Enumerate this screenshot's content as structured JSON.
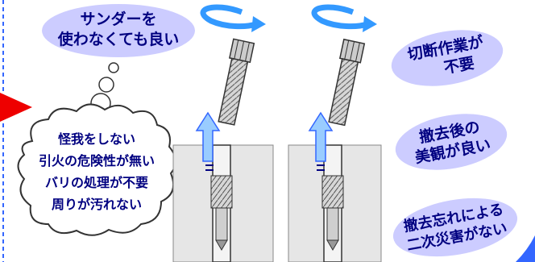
{
  "bubbles": {
    "sander": {
      "line1": "サンダーを",
      "line2": "使わなくても良い"
    },
    "cutting": {
      "line1": "切断作業が",
      "line2": "不要"
    },
    "appearance": {
      "line1": "撤去後の",
      "line2": "美観が良い"
    },
    "forget": {
      "line1": "撤去忘れによる",
      "line2": "二次災害がない"
    }
  },
  "thought": {
    "lines": [
      "怪我をしない",
      "引火の危険性が無い",
      "バリの処理が不要",
      "周りが汚れない"
    ]
  },
  "colors": {
    "bubble_fill": "#ccccff",
    "text": "#000080",
    "rotation_arrow": "#3399ff",
    "up_arrow": "#99ccff",
    "pointer_red": "#ee0000",
    "ground_fill": "#e6e6e6",
    "bolt_fill": "#cccccc",
    "dashed_border": "#3366ff"
  },
  "icons": [
    "rotation-arrow-icon",
    "up-arrow-icon",
    "red-pointer-icon",
    "dashed-border"
  ]
}
